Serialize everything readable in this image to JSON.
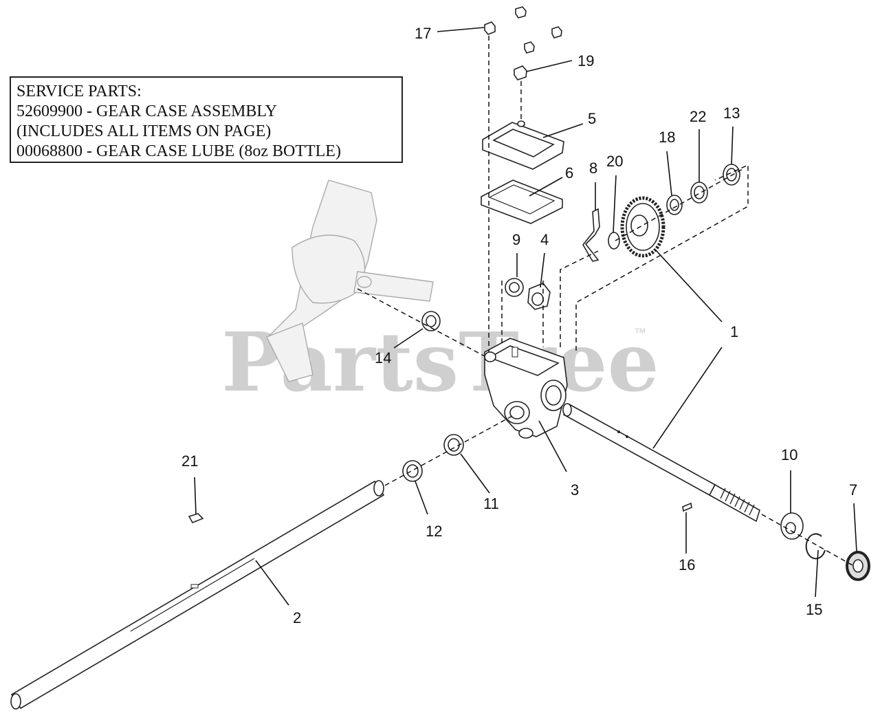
{
  "service_parts": {
    "line1": "SERVICE PARTS:",
    "line2": "52609900 - GEAR CASE ASSEMBLY",
    "line3": "(INCLUDES ALL ITEMS ON PAGE)",
    "line4": "00068800 - GEAR CASE LUBE (8oz BOTTLE)"
  },
  "watermark": {
    "text": "PartsTree",
    "tm": "™"
  },
  "callouts": {
    "c1": "1",
    "c2": "2",
    "c3": "3",
    "c4": "4",
    "c5": "5",
    "c6": "6",
    "c7": "7",
    "c8": "8",
    "c9": "9",
    "c10": "10",
    "c11": "11",
    "c12": "12",
    "c13": "13",
    "c14": "14",
    "c15": "15",
    "c16": "16",
    "c17": "17",
    "c18": "18",
    "c19": "19",
    "c20": "20",
    "c21": "21",
    "c22": "22"
  }
}
